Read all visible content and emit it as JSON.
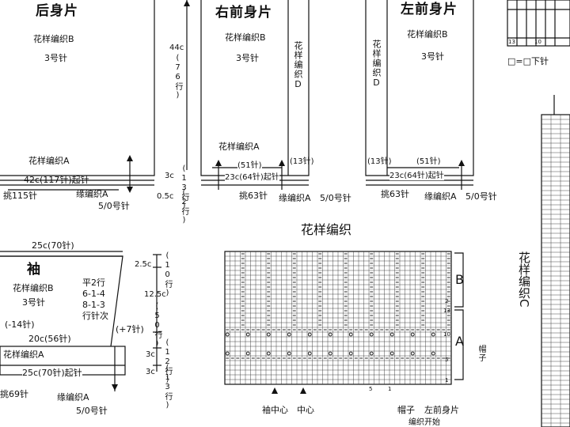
{
  "back": {
    "title": "后身片",
    "pattern_b": "花样编织B",
    "needle_3": "3号针",
    "pattern_a": "花样编织A",
    "cast_on": "42c(117针)起针",
    "pickup": "挑115针",
    "edge": "缘编织A",
    "needle_5": "5/0号针"
  },
  "side_dims": {
    "height_a": "44c",
    "rows_a": "(76行)",
    "height_b": "3c",
    "rows_b": "(13行)",
    "height_c": "0.5c",
    "rows_c": "(2行)"
  },
  "right_front": {
    "title": "右前身片",
    "pattern_b": "花样编织B",
    "needle_3": "3号针",
    "pattern_d": "花样编织D",
    "pattern_a": "花样编织A",
    "stitch_51": "(51针)",
    "stitch_13": "(13针)",
    "cast_on": "23c(64针)起针",
    "pickup": "挑63针",
    "edge": "缘编织A",
    "needle_5": "5/0号针"
  },
  "left_front": {
    "title": "左前身片",
    "pattern_b": "花样编织B",
    "needle_3": "3号针",
    "pattern_d": "花样编织D",
    "stitch_13": "(13针)",
    "stitch_51": "(51针)",
    "cast_on": "23c(64针)起针",
    "pickup": "挑63针",
    "edge": "缘编织A",
    "needle_5": "5/0号针"
  },
  "top_right": {
    "row_13": "13",
    "row_10": "10",
    "legend": "□=□下针"
  },
  "sleeve": {
    "top_width": "25c(70针)",
    "title": "袖",
    "pattern_b": "花样编织B",
    "needle_3": "3号针",
    "dec_rule_1": "平2行",
    "dec_rule_2": "6-1-4",
    "dec_rule_3": "8-1-3",
    "dec_rule_4": "行针次",
    "minus_14": "(-14针)",
    "plus_7": "(+7针)",
    "width_20": "20c(56针)",
    "pattern_a": "花样编织A",
    "cast_on": "25c(70针)起针",
    "pickup": "挑69针",
    "edge": "缘编织A",
    "needle_5": "5/0号针",
    "d1": "2.5c",
    "d1r": "(10行)",
    "d2": "12.5c",
    "d2r": "(50行)",
    "d3": "3c",
    "d3r": "(12行)",
    "d4": "3c",
    "d4r": "(13行)"
  },
  "chart": {
    "title": "花样编织",
    "label_b": "B",
    "label_a": "A",
    "hat": "帽子",
    "bottom_center_sleeve": "袖中心",
    "bottom_center": "中心",
    "bottom_hat": "帽子",
    "bottom_left_front": "左前身片",
    "bottom_cut": "编织开始",
    "row_2": "2",
    "row_13": "13",
    "row_10": "10",
    "row_5": "5",
    "row_1": "1",
    "col_5": "5",
    "col_1": "1"
  },
  "pattern_c": {
    "title": "花样编织C"
  }
}
